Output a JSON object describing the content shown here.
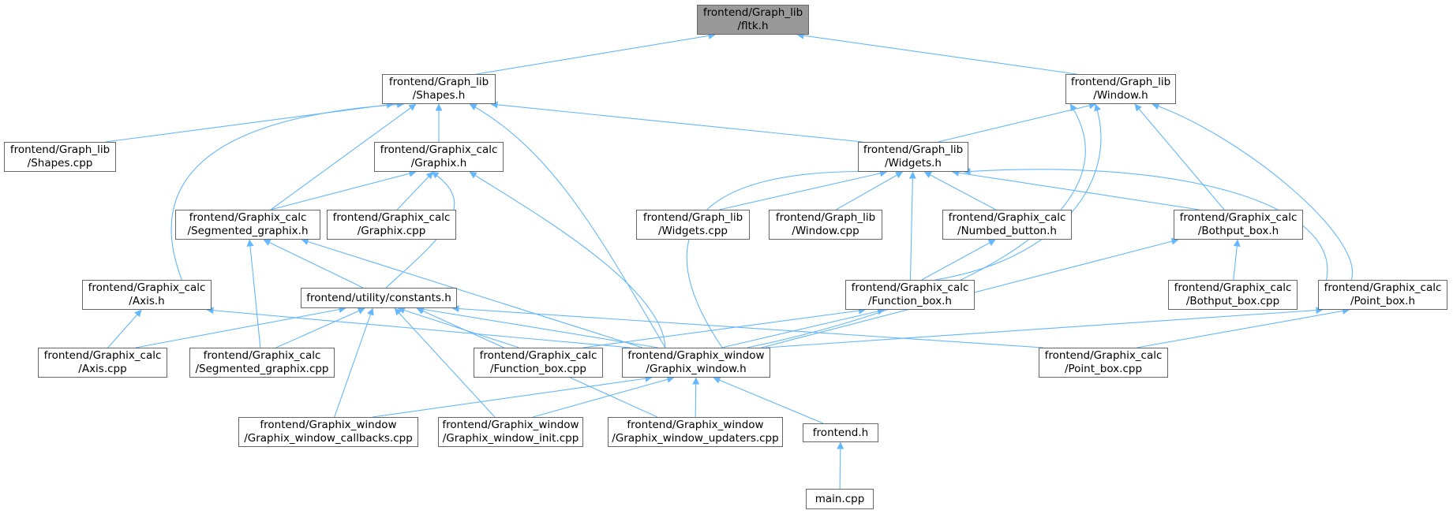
{
  "diagram": {
    "type": "include-dependency-graph",
    "edge_color": "#63b8ff",
    "node_border_color": "#666666",
    "root_fill_color": "#999999",
    "nodes": [
      {
        "id": "fltk",
        "lines": [
          "frontend/Graph_lib",
          "/fltk.h"
        ],
        "root": true
      },
      {
        "id": "shapes_h",
        "lines": [
          "frontend/Graph_lib",
          "/Shapes.h"
        ]
      },
      {
        "id": "window_h",
        "lines": [
          "frontend/Graph_lib",
          "/Window.h"
        ]
      },
      {
        "id": "shapes_cpp",
        "lines": [
          "frontend/Graph_lib",
          "/Shapes.cpp"
        ]
      },
      {
        "id": "graphix_h",
        "lines": [
          "frontend/Graphix_calc",
          "/Graphix.h"
        ]
      },
      {
        "id": "widgets_h",
        "lines": [
          "frontend/Graph_lib",
          "/Widgets.h"
        ]
      },
      {
        "id": "seg_h",
        "lines": [
          "frontend/Graphix_calc",
          "/Segmented_graphix.h"
        ]
      },
      {
        "id": "graphix_cpp",
        "lines": [
          "frontend/Graphix_calc",
          "/Graphix.cpp"
        ]
      },
      {
        "id": "widgets_cpp",
        "lines": [
          "frontend/Graph_lib",
          "/Widgets.cpp"
        ]
      },
      {
        "id": "window_cpp",
        "lines": [
          "frontend/Graph_lib",
          "/Window.cpp"
        ]
      },
      {
        "id": "numbed_h",
        "lines": [
          "frontend/Graphix_calc",
          "/Numbed_button.h"
        ]
      },
      {
        "id": "bothput_h",
        "lines": [
          "frontend/Graphix_calc",
          "/Bothput_box.h"
        ]
      },
      {
        "id": "axis_h",
        "lines": [
          "frontend/Graphix_calc",
          "/Axis.h"
        ]
      },
      {
        "id": "constants_h",
        "lines": [
          "frontend/utility/constants.h"
        ]
      },
      {
        "id": "funcbox_h",
        "lines": [
          "frontend/Graphix_calc",
          "/Function_box.h"
        ]
      },
      {
        "id": "bothput_cpp",
        "lines": [
          "frontend/Graphix_calc",
          "/Bothput_box.cpp"
        ]
      },
      {
        "id": "pointbox_h",
        "lines": [
          "frontend/Graphix_calc",
          "/Point_box.h"
        ]
      },
      {
        "id": "axis_cpp",
        "lines": [
          "frontend/Graphix_calc",
          "/Axis.cpp"
        ]
      },
      {
        "id": "seg_cpp",
        "lines": [
          "frontend/Graphix_calc",
          "/Segmented_graphix.cpp"
        ]
      },
      {
        "id": "funcbox_cpp",
        "lines": [
          "frontend/Graphix_calc",
          "/Function_box.cpp"
        ]
      },
      {
        "id": "gw_h",
        "lines": [
          "frontend/Graphix_window",
          "/Graphix_window.h"
        ]
      },
      {
        "id": "pointbox_cpp",
        "lines": [
          "frontend/Graphix_calc",
          "/Point_box.cpp"
        ]
      },
      {
        "id": "gw_callbacks",
        "lines": [
          "frontend/Graphix_window",
          "/Graphix_window_callbacks.cpp"
        ]
      },
      {
        "id": "gw_init",
        "lines": [
          "frontend/Graphix_window",
          "/Graphix_window_init.cpp"
        ]
      },
      {
        "id": "gw_updaters",
        "lines": [
          "frontend/Graphix_window",
          "/Graphix_window_updaters.cpp"
        ]
      },
      {
        "id": "frontend_h",
        "lines": [
          "frontend.h"
        ]
      },
      {
        "id": "main_cpp",
        "lines": [
          "main.cpp"
        ]
      }
    ],
    "edges": [
      {
        "from": "shapes_h",
        "to": "fltk"
      },
      {
        "from": "window_h",
        "to": "fltk"
      },
      {
        "from": "shapes_cpp",
        "to": "shapes_h"
      },
      {
        "from": "axis_h",
        "to": "shapes_h"
      },
      {
        "from": "seg_h",
        "to": "shapes_h"
      },
      {
        "from": "graphix_h",
        "to": "shapes_h"
      },
      {
        "from": "gw_h",
        "to": "shapes_h"
      },
      {
        "from": "widgets_h",
        "to": "shapes_h"
      },
      {
        "from": "widgets_h",
        "to": "window_h"
      },
      {
        "from": "funcbox_h",
        "to": "window_h"
      },
      {
        "from": "gw_h",
        "to": "window_h"
      },
      {
        "from": "bothput_h",
        "to": "window_h"
      },
      {
        "from": "pointbox_h",
        "to": "window_h"
      },
      {
        "from": "seg_h",
        "to": "graphix_h"
      },
      {
        "from": "graphix_cpp",
        "to": "graphix_h"
      },
      {
        "from": "constants_h",
        "to": "graphix_h"
      },
      {
        "from": "gw_h",
        "to": "graphix_h"
      },
      {
        "from": "gw_h",
        "to": "widgets_h"
      },
      {
        "from": "widgets_cpp",
        "to": "widgets_h"
      },
      {
        "from": "window_cpp",
        "to": "widgets_h"
      },
      {
        "from": "funcbox_h",
        "to": "widgets_h"
      },
      {
        "from": "numbed_h",
        "to": "widgets_h"
      },
      {
        "from": "bothput_h",
        "to": "widgets_h"
      },
      {
        "from": "pointbox_h",
        "to": "widgets_h"
      },
      {
        "from": "constants_h",
        "to": "seg_h"
      },
      {
        "from": "seg_cpp",
        "to": "seg_h"
      },
      {
        "from": "gw_h",
        "to": "seg_h"
      },
      {
        "from": "funcbox_h",
        "to": "numbed_h"
      },
      {
        "from": "gw_h",
        "to": "bothput_h"
      },
      {
        "from": "bothput_cpp",
        "to": "bothput_h"
      },
      {
        "from": "axis_cpp",
        "to": "axis_h"
      },
      {
        "from": "gw_h",
        "to": "axis_h"
      },
      {
        "from": "axis_cpp",
        "to": "constants_h"
      },
      {
        "from": "seg_cpp",
        "to": "constants_h"
      },
      {
        "from": "funcbox_cpp",
        "to": "constants_h"
      },
      {
        "from": "gw_h",
        "to": "constants_h"
      },
      {
        "from": "pointbox_cpp",
        "to": "constants_h"
      },
      {
        "from": "gw_callbacks",
        "to": "constants_h"
      },
      {
        "from": "gw_init",
        "to": "constants_h"
      },
      {
        "from": "gw_updaters",
        "to": "constants_h"
      },
      {
        "from": "funcbox_cpp",
        "to": "funcbox_h"
      },
      {
        "from": "gw_h",
        "to": "funcbox_h"
      },
      {
        "from": "gw_h",
        "to": "pointbox_h"
      },
      {
        "from": "pointbox_cpp",
        "to": "pointbox_h"
      },
      {
        "from": "gw_callbacks",
        "to": "gw_h"
      },
      {
        "from": "gw_init",
        "to": "gw_h"
      },
      {
        "from": "gw_updaters",
        "to": "gw_h"
      },
      {
        "from": "frontend_h",
        "to": "gw_h"
      },
      {
        "from": "main_cpp",
        "to": "frontend_h"
      }
    ]
  }
}
